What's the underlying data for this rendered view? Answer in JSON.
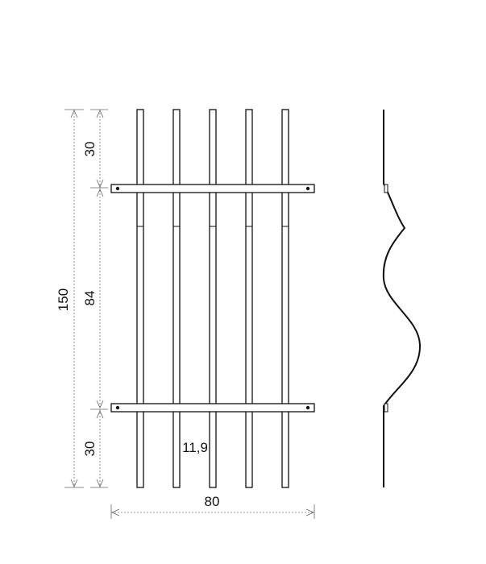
{
  "dimensions": {
    "total_height": "150",
    "top_section": "30",
    "middle_section": "84",
    "bottom_section": "30",
    "total_width": "80",
    "bar_spacing": "11,9"
  },
  "colors": {
    "line": "#111111",
    "dimension_line": "#777777",
    "background": "#ffffff"
  }
}
